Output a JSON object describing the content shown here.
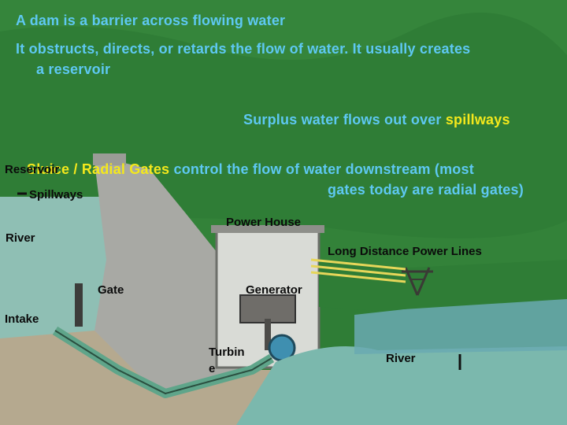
{
  "header": {
    "line1": "A dam is a barrier across flowing water",
    "line2a": "It obstructs, directs, or retards the flow of water. It usually creates",
    "line2b": "a reservoir"
  },
  "spillway_note": {
    "prefix": "Surplus water flows out over ",
    "highlight": "spillways"
  },
  "gates_note": {
    "highlight": "Sluice / Radial Gates",
    "line1_rest": " control the flow of water downstream  (most",
    "line2": "gates today are radial gates)"
  },
  "labels": {
    "reservoir": "Reservoir",
    "spillways": "Spillways",
    "power_house": "Power House",
    "river_left": "River",
    "long_distance": "Long Distance Power Lines",
    "gate": "Gate",
    "generator": "Generator",
    "intake": "Intake",
    "turbine_1": "Turbin",
    "turbine_2": "e",
    "river_right": "River"
  },
  "colors": {
    "text_blue": "#5ec8f2",
    "highlight_yellow": "#f4e81c",
    "grass": "#2e7a34",
    "water": "#7bb9b0",
    "concrete": "#a9a8a3",
    "powerhouse": "#d8dad5",
    "penstock": "#5fa58a"
  }
}
